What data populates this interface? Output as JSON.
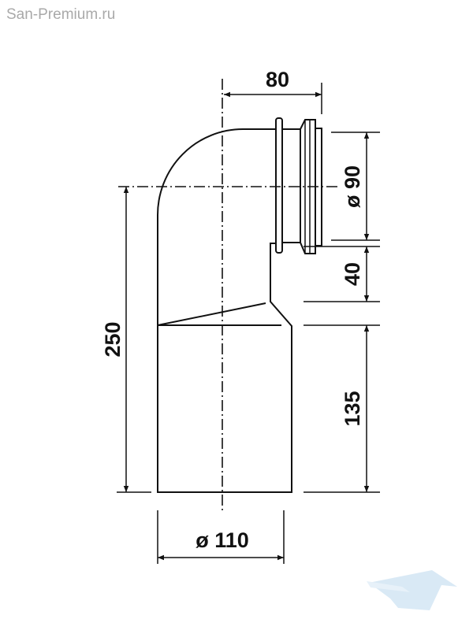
{
  "watermark": "San-Premium.ru",
  "dimensions": {
    "offset": "80",
    "socket_diameter": "ø 90",
    "step_height": "40",
    "lower_height": "135",
    "total_height": "250",
    "pipe_diameter": "ø 110"
  },
  "colors": {
    "line": "#111111",
    "watermark": "#a9a9a9",
    "logo": "#cfe3f3"
  }
}
